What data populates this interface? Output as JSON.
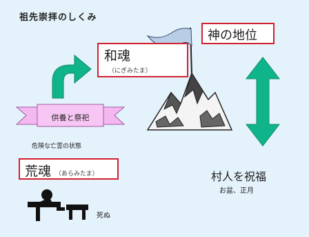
{
  "title": "祖先崇拝のしくみ",
  "kami": {
    "label": "神の地位"
  },
  "nigimitama": {
    "label": "和魂",
    "reading": "（にぎみたま）"
  },
  "aramitama": {
    "label": "荒魂",
    "reading": "（あらみたま）"
  },
  "ritual": {
    "label": "供養と祭祀"
  },
  "danger": {
    "label": "危険な亡霊の状態"
  },
  "blessing": {
    "label": "村人を祝福",
    "examples": "お盆、正月"
  },
  "death": {
    "label": "死ぬ"
  },
  "colors": {
    "background": "#e4f2fb",
    "box_border": "#d2202f",
    "green_arrow": "#10b48a",
    "ribbon": "#f4b8f0"
  }
}
